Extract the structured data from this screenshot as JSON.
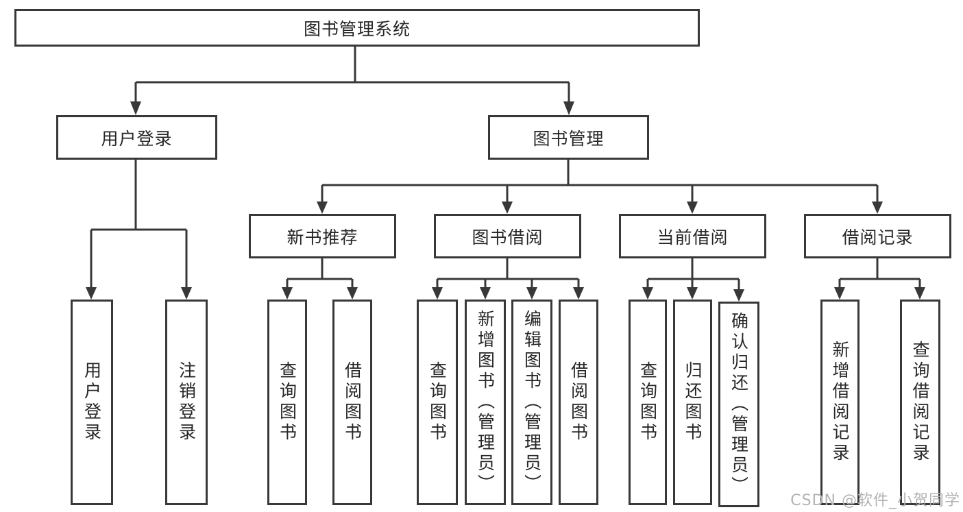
{
  "diagram": {
    "title": "图书管理系统",
    "type": "functional-decomposition-tree",
    "root": "图书管理系统",
    "branches": [
      {
        "label": "用户登录",
        "children": [
          "用户登录",
          "注销登录"
        ]
      },
      {
        "label": "图书管理",
        "groups": [
          {
            "label": "新书推荐",
            "children": [
              "查询图书",
              "借阅图书"
            ]
          },
          {
            "label": "图书借阅",
            "children": [
              "查询图书",
              "新增图书（管理员）",
              "编辑图书（管理员）",
              "借阅图书"
            ]
          },
          {
            "label": "当前借阅",
            "children": [
              "查询图书",
              "归还图书",
              "确认归还（管理员）"
            ]
          },
          {
            "label": "借阅记录",
            "children": [
              "新增借阅记录",
              "查询借阅记录"
            ]
          }
        ]
      }
    ]
  },
  "watermark": "CSDN @软件_小贺同学",
  "colors": {
    "line": "#383838",
    "box_border": "#383838",
    "text": "#262626",
    "watermark": "#b3b3b3",
    "background": "#ffffff"
  }
}
